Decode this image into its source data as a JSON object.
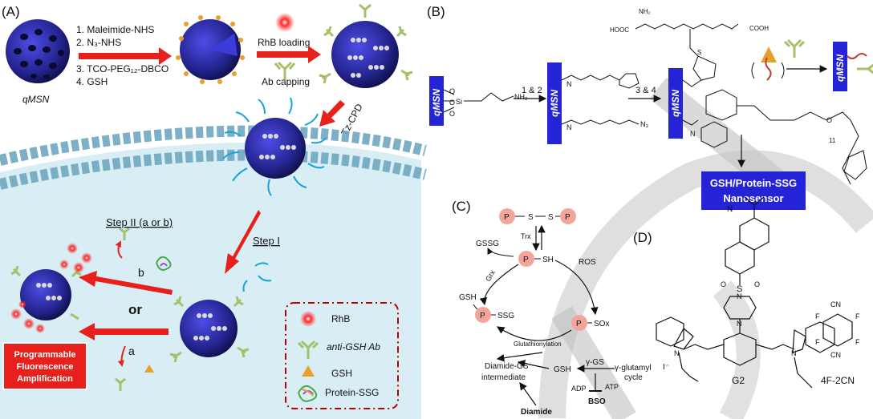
{
  "panel_labels": {
    "a": "(A)",
    "b": "(B)",
    "c": "(C)",
    "d": "(D)"
  },
  "panel_a": {
    "qmsn_label": "qMSN",
    "steps": [
      "1.  Maleimide-NHS",
      "2.  N₃-NHS",
      "3.  TCO-PEG₁₂-DBCO",
      "4.  GSH"
    ],
    "rhb_loading": "RhB loading",
    "ab_capping": "Ab capping",
    "tz_cpd": "Tz-CPD",
    "step1": "Step I",
    "step2": "Step II (a or b)",
    "branch_a": "a",
    "branch_b": "b",
    "or": "or",
    "result_box": [
      "Programmable",
      "Fluorescence",
      "Amplification"
    ],
    "legend": [
      "RhB",
      "anti-GSH Ab",
      "GSH",
      "Protein-SSG"
    ]
  },
  "panel_b": {
    "qmsn": "qMSN",
    "arrow1": "1 & 2",
    "arrow2": "3 & 4",
    "groups": {
      "hooc_left": "HOOC",
      "nh2_top": "NH₂",
      "cooh_right": "COOH",
      "nh2_amine": "NH₂",
      "n3": "N₃",
      "o": "O",
      "si": "Si",
      "n": "N",
      "h": "H",
      "s": "S",
      "nn": "N",
      "o_short": "O",
      "n11": "11"
    },
    "sensor_box": [
      "GSH/Protein-SSG",
      "Nanosensor"
    ]
  },
  "panel_c": {
    "p": "P",
    "s": "S",
    "trx": "Trx",
    "gssg": "GSSG",
    "grx": "Grx",
    "sh": "SH",
    "ros": "ROS",
    "gsh": "GSH",
    "ssg": "SSG",
    "sox": "SOx",
    "glutathionylation": "Glutathionylation",
    "diamide_gs": [
      "Diamide-GS",
      "intermediate"
    ],
    "gamma_gs": "γ-GS",
    "gsh2": "GSH",
    "cycle": [
      "γ-glutamyl",
      "cycle"
    ],
    "adp": "ADP",
    "atp": "ATP",
    "bso": "BSO",
    "diamide": "Diamide"
  },
  "panel_d": {
    "g2": "G2",
    "compound": "4F-2CN",
    "iodide": "I⁻",
    "n_plus": "N",
    "f": "F",
    "cn": "CN",
    "o": "O",
    "s": "S",
    "n": "N"
  },
  "colors": {
    "arrow_red": "#e8201c",
    "box_blue": "#2424d6",
    "pink": "#f4a59a",
    "nanoparticle": "#27279a",
    "antibody": "#a6c06a",
    "cell": "#d8eef4"
  }
}
